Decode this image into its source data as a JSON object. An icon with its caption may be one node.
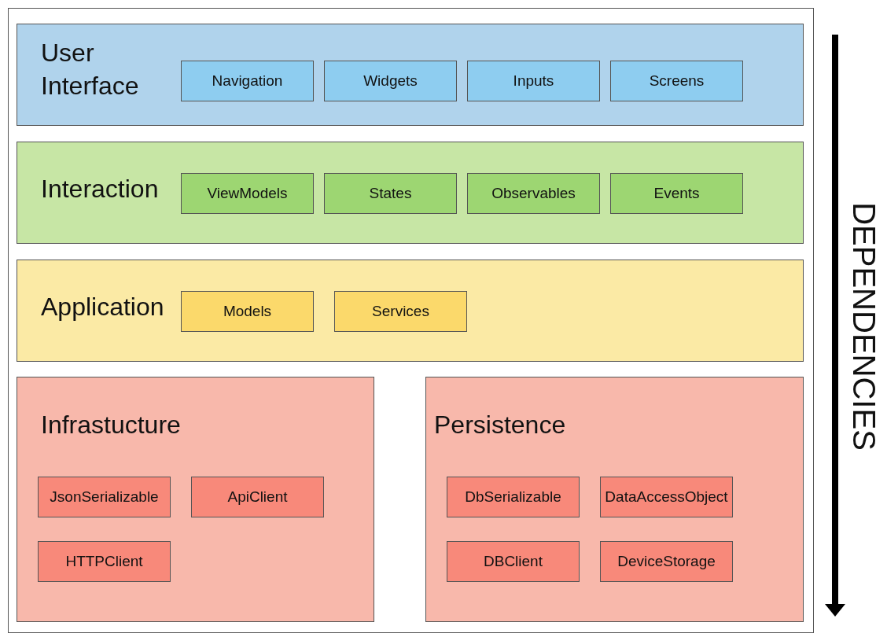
{
  "diagram": {
    "nodes": [
      {
        "text": [
          "User Interface"
        ]
      },
      {
        "text": [
          "Navigation"
        ],
        "in": 0
      },
      {
        "text": [
          "Widgets"
        ],
        "in": 0
      },
      {
        "text": [
          "Inputs"
        ],
        "in": 0
      },
      {
        "text": [
          "Screens"
        ],
        "in": 0
      },
      {
        "text": [
          "Interaction"
        ]
      },
      {
        "text": [
          "ViewModels"
        ],
        "in": 5
      },
      {
        "text": [
          "States"
        ],
        "in": 5
      },
      {
        "text": [
          "Observables"
        ],
        "in": 5
      },
      {
        "text": [
          "Events"
        ],
        "in": 5
      },
      {
        "text": [
          "Application"
        ]
      },
      {
        "text": [
          "Models"
        ],
        "in": 10
      },
      {
        "text": [
          "Services"
        ],
        "in": 10
      },
      {
        "text": [
          "Infrastucture"
        ]
      },
      {
        "text": [
          "JsonSerializable"
        ],
        "in": 13
      },
      {
        "text": [
          "ApiClient"
        ],
        "in": 13
      },
      {
        "text": [
          "HTTPClient"
        ],
        "in": 13
      },
      {
        "text": [
          "Persistence"
        ]
      },
      {
        "text": [
          "DbSerializable"
        ],
        "in": 17
      },
      {
        "text": [
          "DataAccessObject"
        ],
        "in": 17
      },
      {
        "text": [
          "DBClient"
        ],
        "in": 17
      },
      {
        "text": [
          "DeviceStorage"
        ],
        "in": 17
      }
    ],
    "labels": [
      "DEPENDENCIES"
    ]
  }
}
